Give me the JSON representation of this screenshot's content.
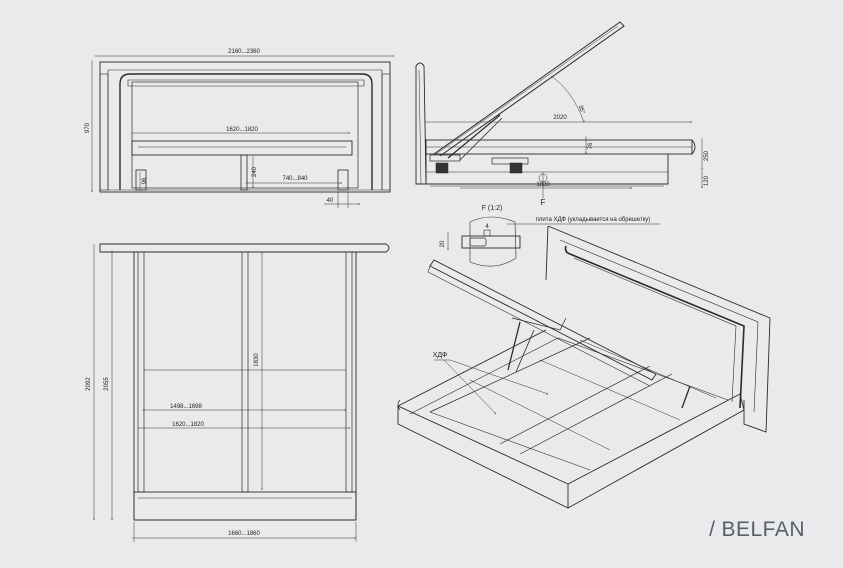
{
  "front_view": {
    "width_label": "2160...2360",
    "height_label": "970",
    "inner_width_label": "1620...1820",
    "leg_height_label": "96",
    "rail_height_label": "240",
    "gap_label": "740...840",
    "leg_width_label": "40"
  },
  "side_view": {
    "length_label": "2020",
    "angle_label": "35°",
    "frame_label": "76",
    "side_height_label": "250",
    "leg_label": "120",
    "base_label": "1830",
    "section_ref": "F"
  },
  "top_view": {
    "total_length_label": "2092",
    "length_label": "2055",
    "mattress_length_label": "1830",
    "inner_width_a_label": "1498...1698",
    "inner_width_b_label": "1620...1820",
    "width_label": "1660...1860"
  },
  "detail": {
    "title": "F (1:2)",
    "note": "плита ХДФ (укладывается на обрешетку)",
    "height_label": "20",
    "inner_label": "4"
  },
  "iso_view": {
    "hdf_label": "ХДФ"
  },
  "brand": {
    "slash": "/",
    "name": "BELFAN"
  }
}
